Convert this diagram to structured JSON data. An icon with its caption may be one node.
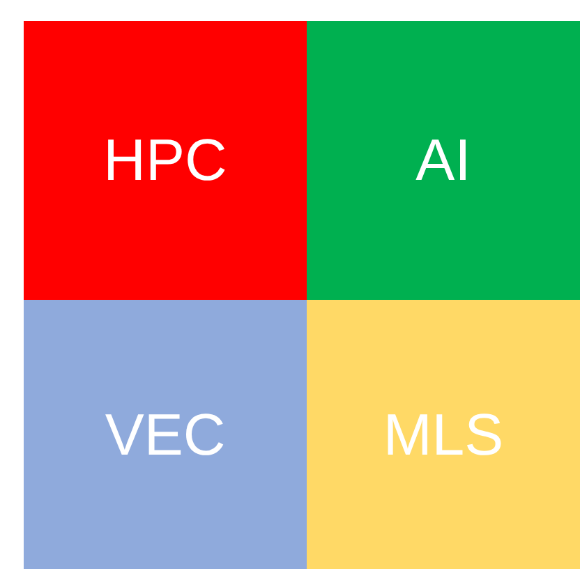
{
  "diagram": {
    "nodes": [
      {
        "text": [
          "HPC"
        ]
      },
      {
        "text": [
          "AI"
        ]
      },
      {
        "text": [
          "VEC"
        ]
      },
      {
        "text": [
          "MLS"
        ]
      }
    ]
  }
}
